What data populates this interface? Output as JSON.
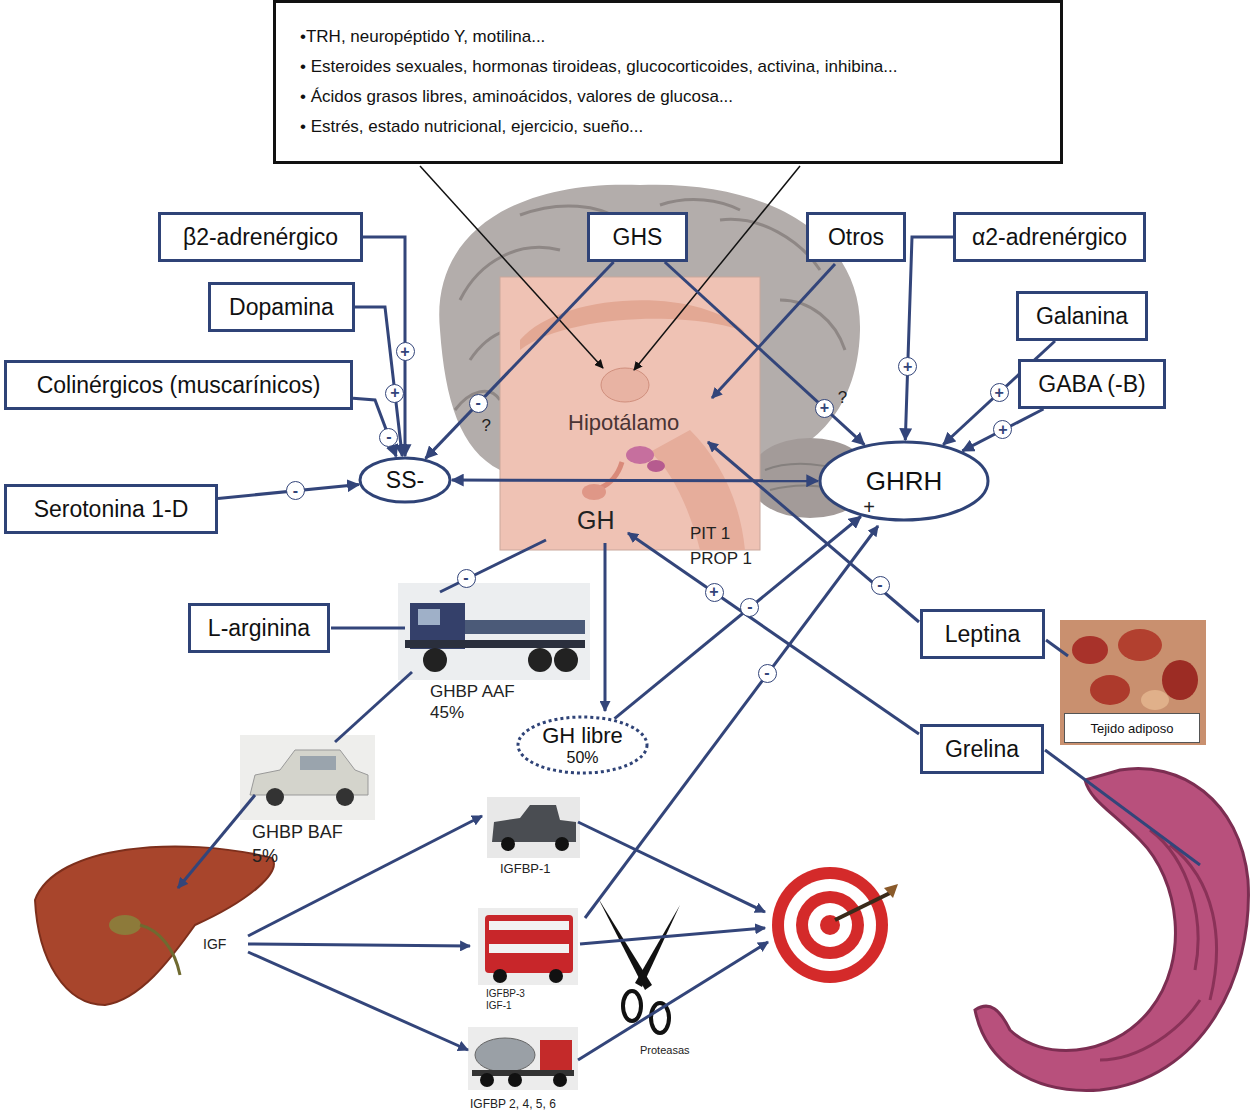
{
  "diagram": {
    "nodes": [
      {
        "text": [
          "•TRH, neuropéptido Y, motilina...",
          "• Esteroides sexuales, hormonas tiroideas, glucocorticoides, activina, inhibina...",
          "• Ácidos grasos libres, aminoácidos, valores de glucosa...",
          "• Estrés, estado nutricional, ejercicio, sueño..."
        ]
      },
      {
        "text": [
          "β2-adrenérgico"
        ]
      },
      {
        "text": [
          "GHS"
        ]
      },
      {
        "text": [
          "Otros"
        ]
      },
      {
        "text": [
          "α2-adrenérgico"
        ]
      },
      {
        "text": [
          "Dopamina"
        ]
      },
      {
        "text": [
          "Galanina"
        ]
      },
      {
        "text": [
          "Colinérgicos (muscarínicos)"
        ]
      },
      {
        "text": [
          "GABA (-B)"
        ]
      },
      {
        "text": [
          "SS-"
        ]
      },
      {
        "text": [
          "GHRH"
        ]
      },
      {
        "text": [
          "Serotonina 1-D"
        ]
      },
      {
        "text": [
          "L-arginina"
        ]
      },
      {
        "text": [
          "Leptina"
        ]
      },
      {
        "text": [
          "Tejido adiposo"
        ]
      },
      {
        "text": [
          "GH libre",
          "50%"
        ]
      },
      {
        "text": [
          "Grelina"
        ]
      }
    ],
    "edges": [
      {
        "from": 1,
        "to": 9,
        "arrow": "to"
      },
      {
        "from": 5,
        "to": 9,
        "arrow": "to"
      },
      {
        "from": 7,
        "to": 9,
        "arrow": "to"
      },
      {
        "from": 11,
        "to": 9,
        "arrow": "to"
      },
      {
        "from": 2,
        "to": 9,
        "arrow": "to"
      },
      {
        "from": 2,
        "to": 10,
        "arrow": "to"
      },
      {
        "from": 4,
        "to": 10,
        "arrow": "to"
      },
      {
        "from": 6,
        "to": 10,
        "arrow": "to"
      },
      {
        "from": 8,
        "to": 10,
        "arrow": "to"
      },
      {
        "from": 9,
        "to": 10,
        "arrow": "both"
      },
      {
        "from": 15,
        "to": 10,
        "arrow": "to"
      }
    ],
    "labels": [
      "Hipotálamo",
      "+",
      "+",
      "-",
      "-",
      "?",
      "+",
      "?",
      "+",
      "+",
      "+",
      "-",
      "+",
      "GH",
      "PIT 1",
      "PROP 1",
      "-",
      "-",
      "-",
      "+",
      "GHBP AAF",
      "45%",
      "-",
      "GHBP BAF",
      "5%",
      "IGFBP-1",
      "IGF",
      "IGFBP-3",
      "IGF-1",
      "Proteasas",
      "IGFBP 2, 4, 5, 6"
    ]
  }
}
